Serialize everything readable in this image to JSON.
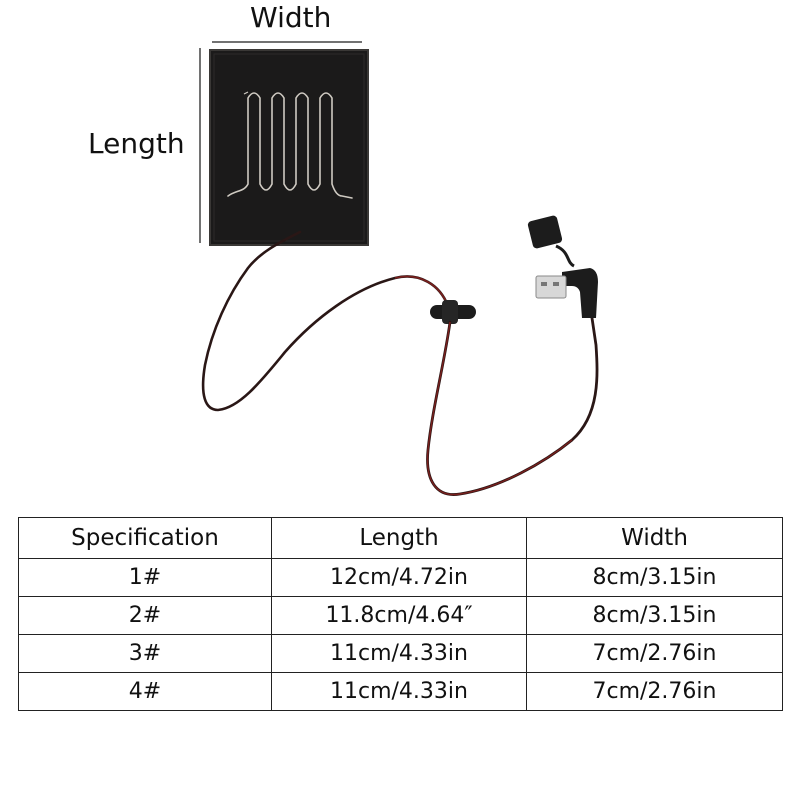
{
  "dimension_labels": {
    "width": "Width",
    "length": "Length"
  },
  "colors": {
    "pad": "#1b1a1a",
    "pad_edge": "#3a3836",
    "heating_wire": "#cfcac2",
    "cable_red": "#7a1f1d",
    "cable_dark": "#2a1716",
    "connector": "#1c1c1c",
    "usb_metal": "#d8d8d8"
  },
  "spec_table": {
    "headers": [
      "Specification",
      "Length",
      "Width"
    ],
    "rows": [
      [
        "1#",
        "12cm/4.72in",
        "8cm/3.15in"
      ],
      [
        "2#",
        "11.8cm/4.64″",
        "8cm/3.15in"
      ],
      [
        "3#",
        "11cm/4.33in",
        "7cm/2.76in"
      ],
      [
        "4#",
        "11cm/4.33in",
        "7cm/2.76in"
      ]
    ]
  }
}
